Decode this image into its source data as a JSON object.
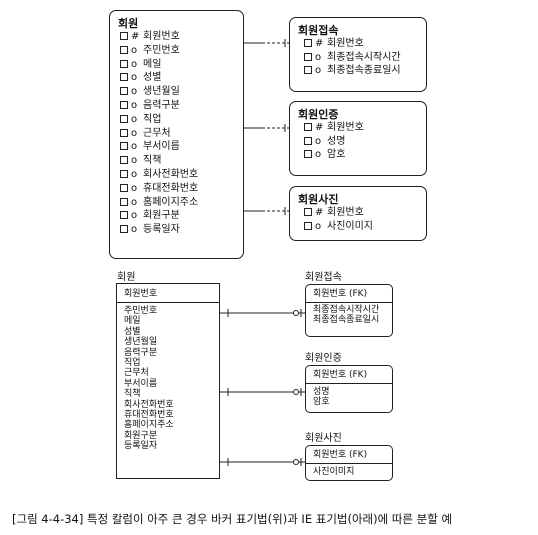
{
  "barker": {
    "member": {
      "title": "회원",
      "attributes": [
        {
          "mark": "#",
          "name": "회원번호"
        },
        {
          "mark": "o",
          "name": "주민번호"
        },
        {
          "mark": "o",
          "name": "메일"
        },
        {
          "mark": "o",
          "name": "성별"
        },
        {
          "mark": "o",
          "name": "생년월일"
        },
        {
          "mark": "o",
          "name": "음력구분"
        },
        {
          "mark": "o",
          "name": "직업"
        },
        {
          "mark": "o",
          "name": "근무처"
        },
        {
          "mark": "o",
          "name": "부서이름"
        },
        {
          "mark": "o",
          "name": "직책"
        },
        {
          "mark": "o",
          "name": "회사전화번호"
        },
        {
          "mark": "o",
          "name": "휴대전화번호"
        },
        {
          "mark": "o",
          "name": "홈페이지주소"
        },
        {
          "mark": "o",
          "name": "회원구분"
        },
        {
          "mark": "o",
          "name": "등록일자"
        }
      ]
    },
    "access": {
      "title": "회원접속",
      "attributes": [
        {
          "mark": "#",
          "name": "회원번호"
        },
        {
          "mark": "o",
          "name": "최종접속시작시간"
        },
        {
          "mark": "o",
          "name": "최종접속종료일시"
        }
      ]
    },
    "auth": {
      "title": "회원인증",
      "attributes": [
        {
          "mark": "#",
          "name": "회원번호"
        },
        {
          "mark": "o",
          "name": "성명"
        },
        {
          "mark": "o",
          "name": "암호"
        }
      ]
    },
    "photo": {
      "title": "회원사진",
      "attributes": [
        {
          "mark": "#",
          "name": "회원번호"
        },
        {
          "mark": "o",
          "name": "사진이미지"
        }
      ]
    }
  },
  "ie": {
    "member": {
      "title": "회원",
      "key": "회원번호",
      "attributes": [
        "주민번호",
        "메일",
        "성별",
        "생년월일",
        "음력구분",
        "직업",
        "근무처",
        "부서이름",
        "직책",
        "회사전화번호",
        "휴대전화번호",
        "홈페이지주소",
        "회원구분",
        "등록일자"
      ]
    },
    "access": {
      "title": "회원접속",
      "key": "회원번호 (FK)",
      "attributes": [
        "최종접속시작시간",
        "최종접속종료일시"
      ]
    },
    "auth": {
      "title": "회원인증",
      "key": "회원번호 (FK)",
      "attributes": [
        "성명",
        "암호"
      ]
    },
    "photo": {
      "title": "회원사진",
      "key": "회원번호 (FK)",
      "attributes": [
        "사진이미지"
      ]
    }
  },
  "caption": "[그림 4-4-34] 특정 칼럼이 아주 큰 경우 바커 표기법(위)과 IE 표기법(아래)에 따른 분할 예"
}
